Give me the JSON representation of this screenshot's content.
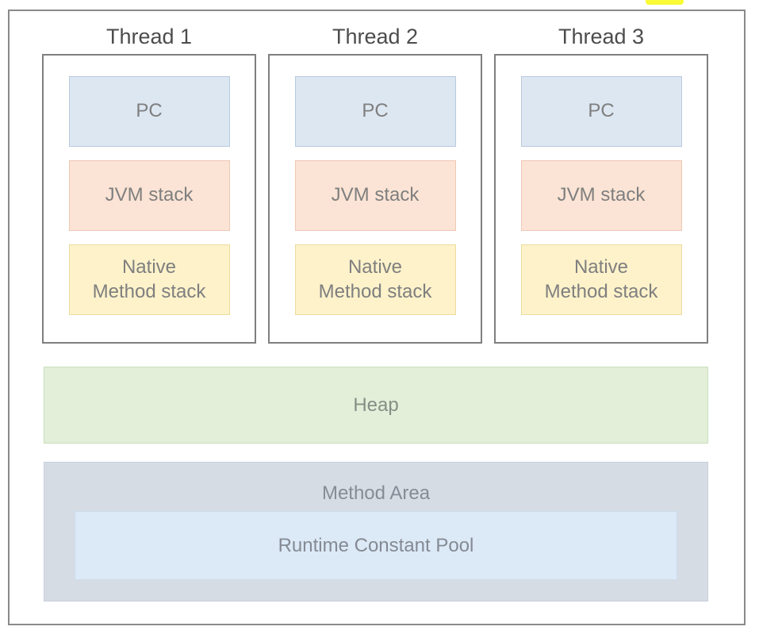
{
  "annotation": {
    "highlight_color": "#fafa35"
  },
  "diagram": {
    "threads": [
      {
        "label": "Thread 1",
        "pc": "PC",
        "jvm_stack": "JVM stack",
        "native_stack": "Native\nMethod stack"
      },
      {
        "label": "Thread 2",
        "pc": "PC",
        "jvm_stack": "JVM stack",
        "native_stack": "Native\nMethod stack"
      },
      {
        "label": "Thread 3",
        "pc": "PC",
        "jvm_stack": "JVM stack",
        "native_stack": "Native\nMethod stack"
      }
    ],
    "heap_label": "Heap",
    "method_area_label": "Method Area",
    "runtime_constant_pool_label": "Runtime Constant Pool"
  },
  "colors": {
    "outer_border": "#8a8a8a",
    "thread_border": "#7f7f7f",
    "pc_fill": "#dde7f2",
    "pc_border": "#b9c9de",
    "jvm_stack_fill": "#fbe4d5",
    "jvm_stack_border": "#efc7b4",
    "native_stack_fill": "#fdf2ca",
    "native_stack_border": "#ebdc9d",
    "heap_fill": "#e3efd9",
    "heap_border": "#c9dfba",
    "method_area_fill": "#d6dce4",
    "method_area_border": "#c8cfda",
    "rcp_fill": "#dce9f6",
    "rcp_border": "#cbddec"
  }
}
